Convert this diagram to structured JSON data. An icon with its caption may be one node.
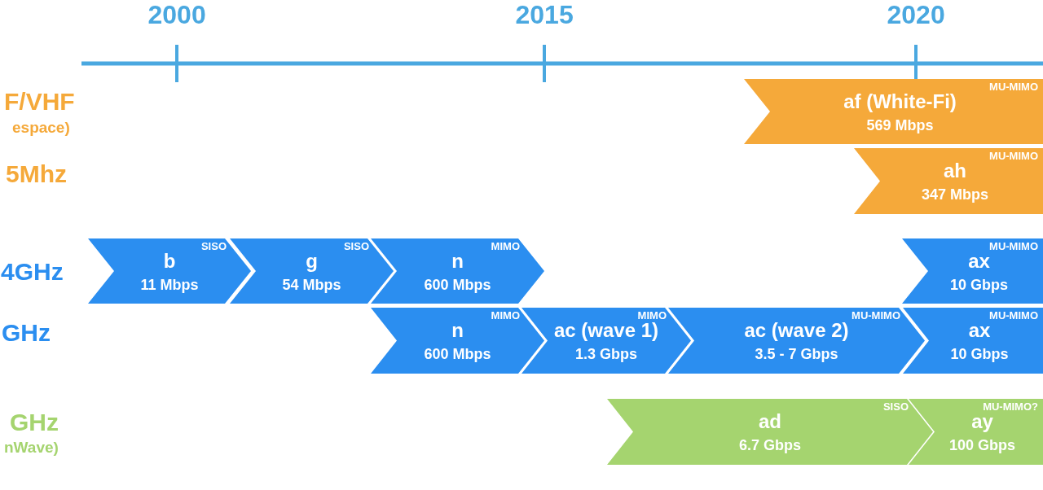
{
  "diagram": {
    "nodes": [
      {
        "text": [
          "MU-MIMO",
          "af (White-Fi)",
          "569 Mbps"
        ]
      },
      {
        "text": [
          "MU-MIMO",
          "ah",
          "347 Mbps"
        ]
      },
      {
        "text": [
          "SISO",
          "b",
          "11 Mbps"
        ]
      },
      {
        "text": [
          "SISO",
          "g",
          "54 Mbps"
        ]
      },
      {
        "text": [
          "MIMO",
          "n",
          "600 Mbps"
        ]
      },
      {
        "text": [
          "MU-MIMO",
          "ax",
          "10 Gbps"
        ]
      },
      {
        "text": [
          "MIMO",
          "n",
          "600 Mbps"
        ]
      },
      {
        "text": [
          "MIMO",
          "ac (wave 1)",
          "1.3 Gbps"
        ]
      },
      {
        "text": [
          "MU-MIMO",
          "ac (wave 2)",
          "3.5 - 7 Gbps"
        ]
      },
      {
        "text": [
          "MU-MIMO",
          "ax",
          "10 Gbps"
        ]
      },
      {
        "text": [
          "SISO",
          "ad",
          "6.7 Gbps"
        ]
      },
      {
        "text": [
          "MU-MIMO?",
          "ay",
          "100 Gbps"
        ]
      }
    ],
    "labels": [
      "2000",
      "2015",
      "2020",
      "F/VHF",
      "espace)",
      "5Mhz",
      "4GHz",
      "GHz",
      "GHz",
      "nWave)"
    ]
  }
}
